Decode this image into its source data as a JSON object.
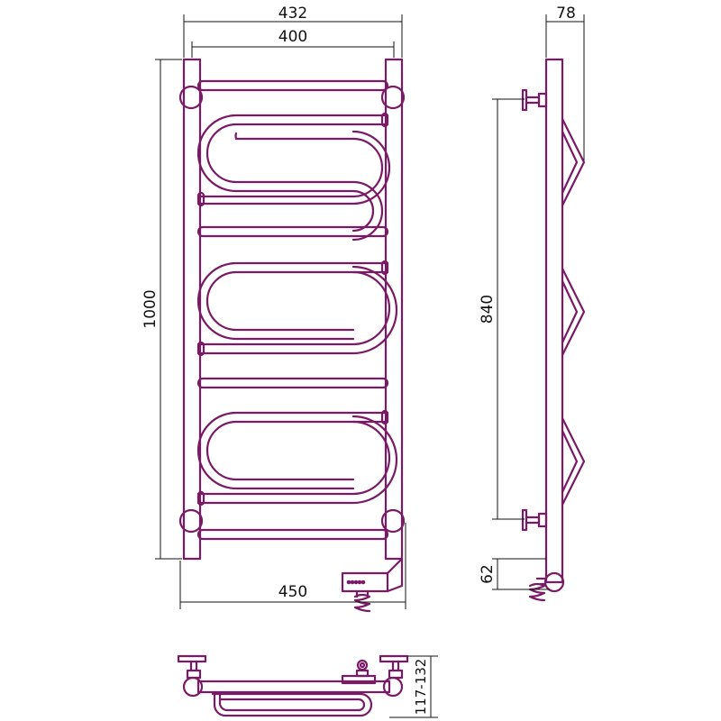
{
  "colors": {
    "outline": "#7a1a66",
    "dimension": "#111111",
    "background": "#ffffff"
  },
  "dimensions": {
    "top_outer_width": "432",
    "top_inner_width": "400",
    "height": "1000",
    "bottom_width": "450",
    "side_depth": "78",
    "side_mount_spacing": "840",
    "side_bottom_offset": "62",
    "plan_depth": "117-132"
  }
}
